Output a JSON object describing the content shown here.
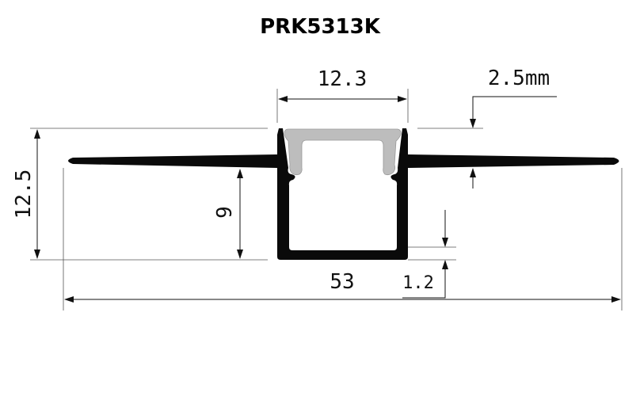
{
  "title": "PRK5313K",
  "dimensions": {
    "top_opening": "12.3",
    "flange_thickness": "2.5mm",
    "total_height": "12.5",
    "inner_depth": "9",
    "total_width": "53",
    "base_thickness": "1.2"
  },
  "colors": {
    "profile": "#0a0a0a",
    "diffuser": "#bdbdbd"
  }
}
